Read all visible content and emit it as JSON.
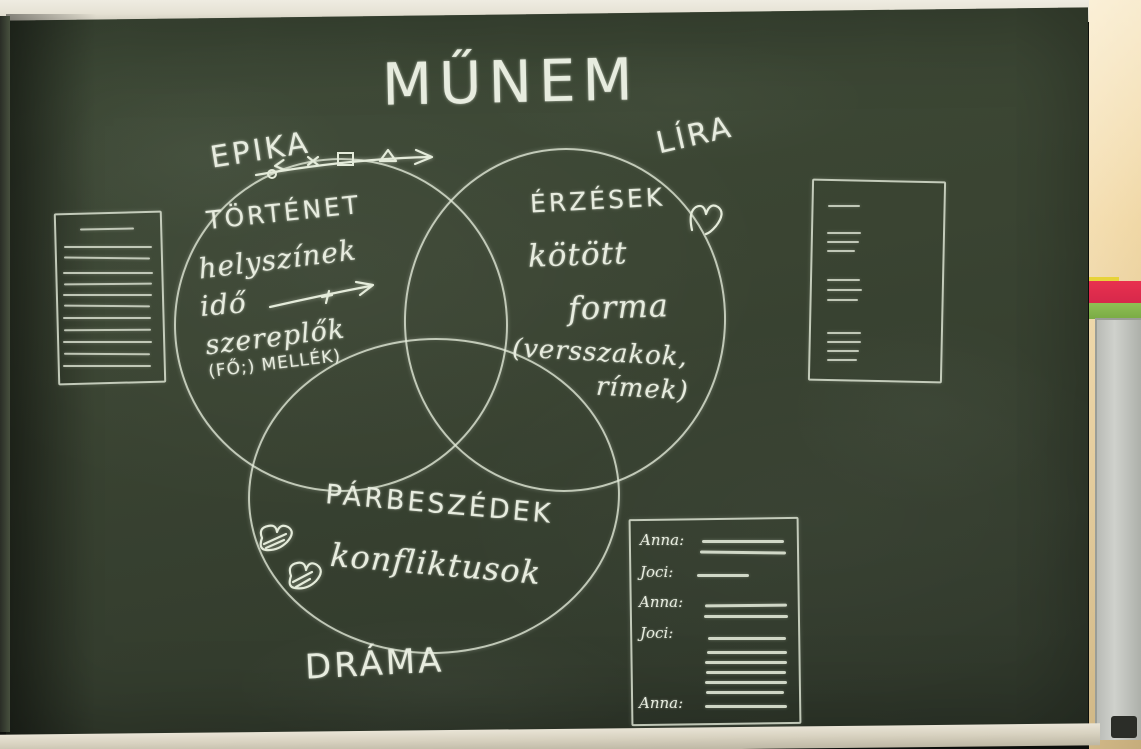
{
  "scene": {
    "medium": "chalkboard-photo",
    "board_color": "#3a4432",
    "chalk_color": "#e7ecdf",
    "tray_color": "#ded8c6",
    "wall_color": "#efd9a9",
    "accent_red": "#e0294a",
    "accent_yellow": "#e7d33a",
    "accent_green": "#84b64d"
  },
  "title": "MŰNEM",
  "diagram": {
    "type": "venn-3-circle",
    "circles": [
      {
        "id": "epika",
        "label": "EPIKA",
        "lines": [
          "TÖRTÉNET",
          "helyszínek",
          "idő",
          "szereplők",
          "(FŐ;) MELLÉK)"
        ]
      },
      {
        "id": "lira",
        "label": "LÍRA",
        "lines": [
          "ÉRZÉSEK",
          "kötött",
          "forma",
          "(versszakok,",
          "rímek)"
        ],
        "icon": "heart-icon"
      },
      {
        "id": "drama",
        "label": "DRÁMA",
        "lines": [
          "PÁRBESZÉDEK",
          "konfliktusok"
        ],
        "icons": [
          "speech-bubble-icon",
          "speech-bubble-icon"
        ]
      }
    ],
    "timeline_arrow": {
      "name": "time-axis-arrow",
      "marks": [
        "o",
        "x",
        "□",
        "△"
      ]
    },
    "plot_arrow": {
      "name": "plot-arrow"
    }
  },
  "sketches": {
    "prose_page": {
      "name": "prose-page-sketch",
      "line_count": 12
    },
    "poem_page": {
      "name": "poem-page-sketch",
      "stanza_count": 4
    },
    "dialogue_page": {
      "name": "dialogue-page-sketch",
      "speakers": [
        "Anna:",
        "Joci:",
        "Anna:",
        "Joci:",
        "Anna:"
      ]
    }
  }
}
